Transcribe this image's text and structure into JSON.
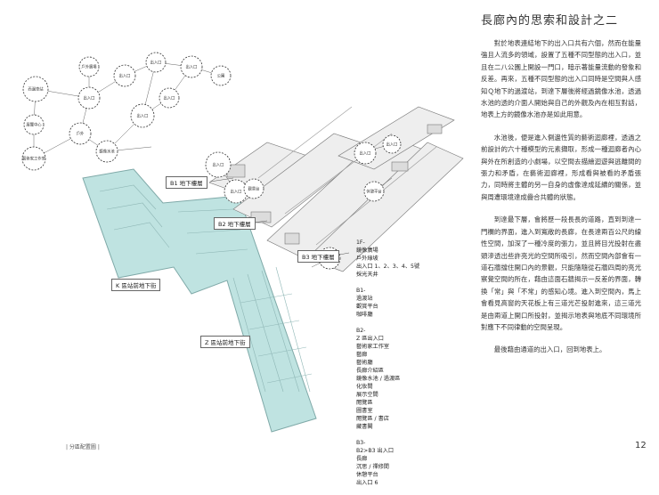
{
  "title": "長廊內的思索和設計之二",
  "paragraphs": [
    "對於地表連結地下的出入口共有六個，然而在能量強且人流多的領域，設置了五種不同型態的出入口，並且在二八公園上開設一門口，暗示著能量流動的發象和反差。再來，五種不同型態的出入口同時是空間與人感知Ｑ地下的過渡站，到達下層後將經過鏡像水池，透過水池的透的介面人開始與自己的外觀及內在相互對話，地表上方的鏡像水池亦是如此用意。",
    "水池後，便是進入側邊性質的藝術迴廊裡，透過之前設計的六十種模型的元素擷取，形成一種迴廊者內心與外在所創造的小劇場，以空間去描繪迴遊與逃離間的張力和矛盾，在藝術迴廊裡，形成看與被看的矛盾張力，同時將主體的另一自身的虛像達成延續的關係，並與周遭環境達成疊合共體的狀態。",
    "到達最下層，會將歷一段長長的道路，直到到達一門欄的界面，進入到寬敞的長廊，在長達兩百公尺的線性空間，加深了一種冷度的張力，並且將目光投射在盡頭滲透出些許亮光的空間所吸引，然而空間內部會有一道石牆擋住開口內的景觀，只能隨隨從石牆四周的亮光察覺空間的所在，藉由這面石牆揭示一反差的界面，轉換「常」與「不常」的感知心境。進入到空間內，馬上會看見高窗的天花板上有三道光芒投射進來，這三道光是由兩道上開口所投射，並揭示地表與地底不同環境所對應下不同律動的空間呈現。",
    "最後藉由通道的出入口，回到地表上。"
  ],
  "floor_labels": {
    "b1": "B1 地下樓層",
    "b2": "B2 地下樓層",
    "b3": "B3 地下樓層",
    "k": "K 區站前地下街",
    "z": "Z 區站前地下街"
  },
  "bubbles": [
    "西邊車站",
    "戶外廣場",
    "出入口",
    "出入口",
    "出入口",
    "出入口",
    "公園",
    "出入口",
    "出入口",
    "展覽中心",
    "藝術家工作室",
    "戶外",
    "鏡像水池",
    "出入口",
    "出入口",
    "觀景台",
    "出入口",
    "出入口",
    "休憩平台",
    "藝術廊道"
  ],
  "legend": [
    {
      "head": "1F-",
      "items": [
        "鏡像廣場",
        "戶外綠坡",
        "出入口 1、2、3、4、5號",
        "採光天井"
      ]
    },
    {
      "head": "B1-",
      "items": [
        "過渡站",
        "觀賞平台",
        "咖啡廳"
      ]
    },
    {
      "head": "B2-",
      "items": [
        "Z 區出入口",
        "藝術家工作室",
        "藝廊",
        "藝術廳",
        "長廊介紹區",
        "鏡像水池 / 過渡區",
        "化妝間",
        "展示空間",
        "閱覽區",
        "圖書室",
        "閱覽區 / 書店",
        "藏書閣"
      ]
    },
    {
      "head": "B3-",
      "items": [
        "B2>B3 出入口",
        "長廊",
        "沉思 / 禪修間",
        "休憩平台",
        "出入口 6"
      ]
    }
  ],
  "footer_left": "| 分區配置圖 |",
  "page_number": "12",
  "colors": {
    "station": "#bfe3e1",
    "station_stroke": "#7fa9a8",
    "line": "#555555"
  }
}
